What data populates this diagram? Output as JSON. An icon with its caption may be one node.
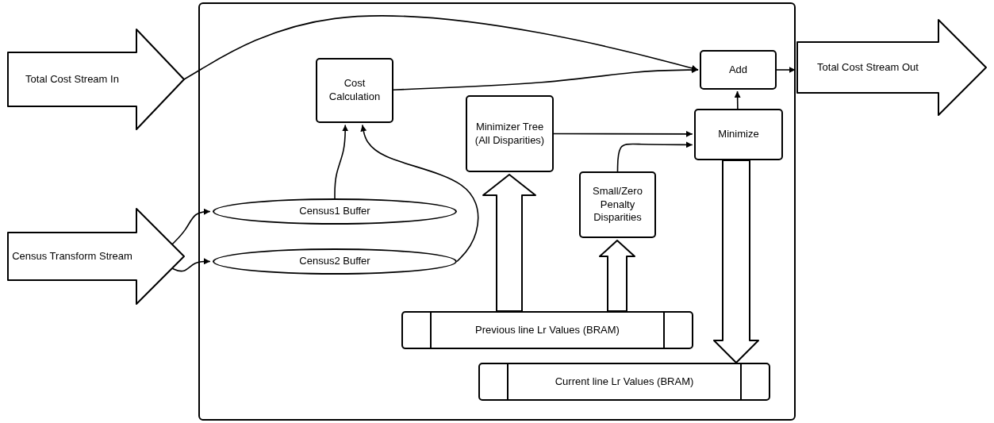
{
  "diagram": {
    "nodes": [
      {
        "text": [],
        "shape": "box"
      },
      {
        "text": [
          "Total Cost Stream In"
        ]
      },
      {
        "text": [
          "Census Transform Stream"
        ]
      },
      {
        "text": [
          "Total Cost Stream Out"
        ]
      },
      {
        "text": [
          "Cost Calculation"
        ],
        "in": 0
      },
      {
        "text": [
          "Add"
        ],
        "in": 0
      },
      {
        "text": [
          "Minimizer Tree (All Disparities)"
        ],
        "in": 0
      },
      {
        "text": [
          "Minimize"
        ],
        "in": 0
      },
      {
        "text": [
          "Small/Zero Penalty Disparities"
        ],
        "in": 0
      },
      {
        "text": [
          "Census1 Buffer"
        ],
        "in": 0
      },
      {
        "text": [
          "Census2 Buffer"
        ],
        "in": 0
      },
      {
        "text": [
          "Previous line Lr Values (BRAM)"
        ],
        "in": 0
      },
      {
        "text": [
          "Current line Lr Values (BRAM)"
        ],
        "in": 0
      }
    ],
    "edges": [
      {
        "from": 1,
        "to": 5,
        "arrow": "to"
      },
      {
        "from": 4,
        "to": 5,
        "arrow": "to"
      },
      {
        "from": 5,
        "to": 3,
        "arrow": "to"
      },
      {
        "from": 7,
        "to": 5,
        "arrow": "to"
      },
      {
        "from": 6,
        "to": 7,
        "arrow": "to"
      },
      {
        "from": 8,
        "to": 7,
        "arrow": "to"
      },
      {
        "from": 9,
        "to": 4,
        "arrow": "to"
      },
      {
        "from": 10,
        "to": 4,
        "arrow": "to"
      },
      {
        "from": 2,
        "to": 9,
        "arrow": "to"
      },
      {
        "from": 2,
        "to": 10,
        "arrow": "to"
      },
      {
        "from": 11,
        "to": 6,
        "arrow": "to",
        "style": "thick"
      },
      {
        "from": 11,
        "to": 8,
        "arrow": "to",
        "style": "thick"
      },
      {
        "from": 7,
        "to": 12,
        "arrow": "to",
        "style": "thick"
      }
    ]
  }
}
